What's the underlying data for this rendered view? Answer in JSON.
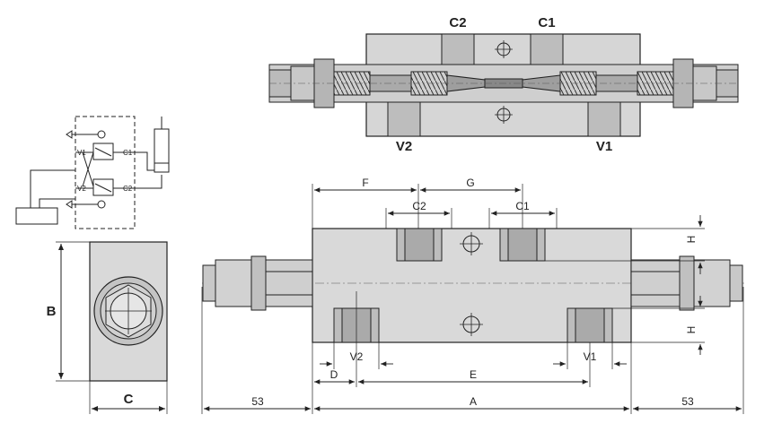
{
  "section_view": {
    "port_labels": {
      "c2": "C2",
      "c1": "C1",
      "v2": "V2",
      "v1": "V1"
    }
  },
  "schematic": {
    "labels": {
      "v1": "V1",
      "c1": "C1",
      "v2": "V2",
      "c2": "C2"
    }
  },
  "side_view": {
    "dim_labels": {
      "b": "B",
      "c": "C"
    }
  },
  "front_view": {
    "dim_labels": {
      "f": "F",
      "g": "G",
      "c2": "C2",
      "c1": "C1",
      "h_top": "H",
      "h_bottom": "H",
      "v2": "V2",
      "v1": "V1",
      "d": "D",
      "e": "E",
      "a": "A",
      "left_53": "53",
      "right_53": "53"
    }
  },
  "colors": {
    "body_fill": "#d9d9d9",
    "line": "#222222",
    "cartridge_fill": "#bfbfbf"
  }
}
